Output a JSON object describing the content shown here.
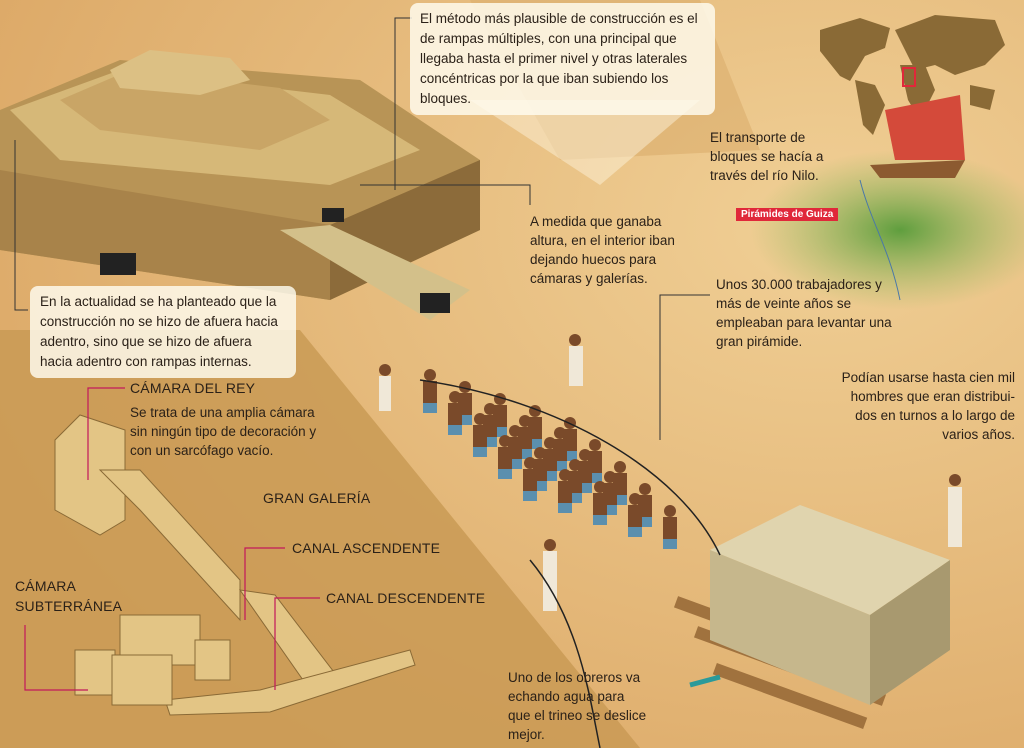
{
  "callouts": {
    "method": "El método más plausible de construcción es el de rampas múltiples, con una principal que llegaba hasta el primer nivel y otras laterales concéntricas por la que iban subiendo los bloques.",
    "current_theory": "En la actualidad se ha planteado que la construcción no se hizo de afuera hacia adentro, sino que se hizo de afuera hacia adentro con rampas internas.",
    "transport": "El transporte de bloques se hacía a través del río Nilo.",
    "hollows": "A medida que ganaba altura, en el interior iban dejando huecos para cámaras y galerías.",
    "workers": "Unos 30.000 trabajadores y más de veinte años se empleaban para levantar una gran pirámide.",
    "hundred_men": "Podían usarse hasta cien mil hombres que eran distribui­dos en turnos a lo largo de varios años.",
    "water": "Uno de los obreros va echando agua para que el trineo se deslice mejor."
  },
  "map": {
    "location_tag": "Pirámides de Guiza"
  },
  "interior": {
    "kings_chamber_title": "CÁMARA DEL REY",
    "kings_chamber_desc": "Se trata de una amplia cámara sin ningún tipo de decoración y con un sarcófago vacío.",
    "grand_gallery": "GRAN GALERÍA",
    "ascending": "CANAL ASCENDENTE",
    "descending": "CANAL DESCENDENTE",
    "subterranean_1": "CÁMARA",
    "subterranean_2": "SUBTERRÁNEA"
  },
  "colors": {
    "sand": "#e6b977",
    "accent": "#c2185b",
    "tag": "#e0283a",
    "stone": "#d9c48e",
    "nile": "#6fa84a"
  }
}
